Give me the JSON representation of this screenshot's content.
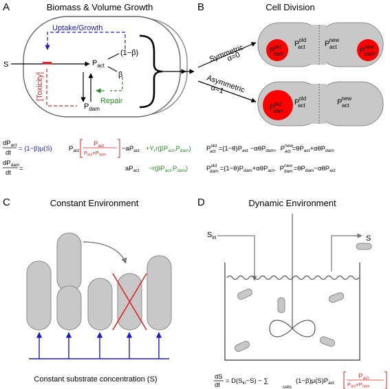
{
  "panels": {
    "a": {
      "letter": "A",
      "title": "Biomass & Volume Growth"
    },
    "b": {
      "letter": "B",
      "title": "Cell Division"
    },
    "c": {
      "letter": "C",
      "title": "Constant Environment"
    },
    "d": {
      "letter": "D",
      "title": "Dynamic Environment"
    }
  },
  "panel_a": {
    "s": "S",
    "p": "P",
    "act": "act",
    "dam": "dam",
    "one_minus_beta": "(1−β)",
    "beta": "β",
    "uptake": "Uptake/Growth",
    "toxicity": "[Toxicity]",
    "repair": "Repair"
  },
  "panel_b": {
    "symmetric": "Symmetric",
    "alpha0": "α=0",
    "asymmetric": "Asymmetric",
    "alpha1": "α=1",
    "old": "old",
    "new": "new",
    "act": "act",
    "dam": "dam",
    "p": "P"
  },
  "equations": {
    "dpact_num": "dP",
    "dpact_num_sub": "act",
    "dt": "dt",
    "dpdam_num_sub": "dam",
    "growth_term": "(1−β)μ(S)",
    "p_act": "P",
    "act": "act",
    "dam": "dam",
    "frac_den": "P",
    "plus": "+P",
    "minus_a": "−aP",
    "yield_term": "+Y",
    "r_sub": "r",
    "r_fn": "r(βP",
    "comma_p": ",P",
    "close": ")",
    "a_p": "aP",
    "neg_r": "−r(βP",
    "eq1": "=(1−θ)P",
    "eq2": "−αθP",
    "eq3": "+αθP",
    "eq_theta": "=θP",
    "old": "old",
    "new": "new",
    "comma": ","
  },
  "panel_c": {
    "caption": "Constant substrate concentration (S)"
  },
  "panel_d": {
    "s_in": "S",
    "in_sub": "in",
    "s_out": "S",
    "eq_ds": "dS",
    "eq_dt": "dt",
    "eq_body": "= D(S",
    "eq_in": "in",
    "eq_minus": "−S) − ∑",
    "cells": "cells",
    "eq_growth": "(1−β)μ(S)P"
  },
  "colors": {
    "blue": "#1a1acc",
    "green": "#2a8a2a",
    "red": "#dd2222",
    "cell_fill": "#c8c8c8",
    "cell_stroke": "#7a7a7a",
    "damage": "#ff0000"
  }
}
